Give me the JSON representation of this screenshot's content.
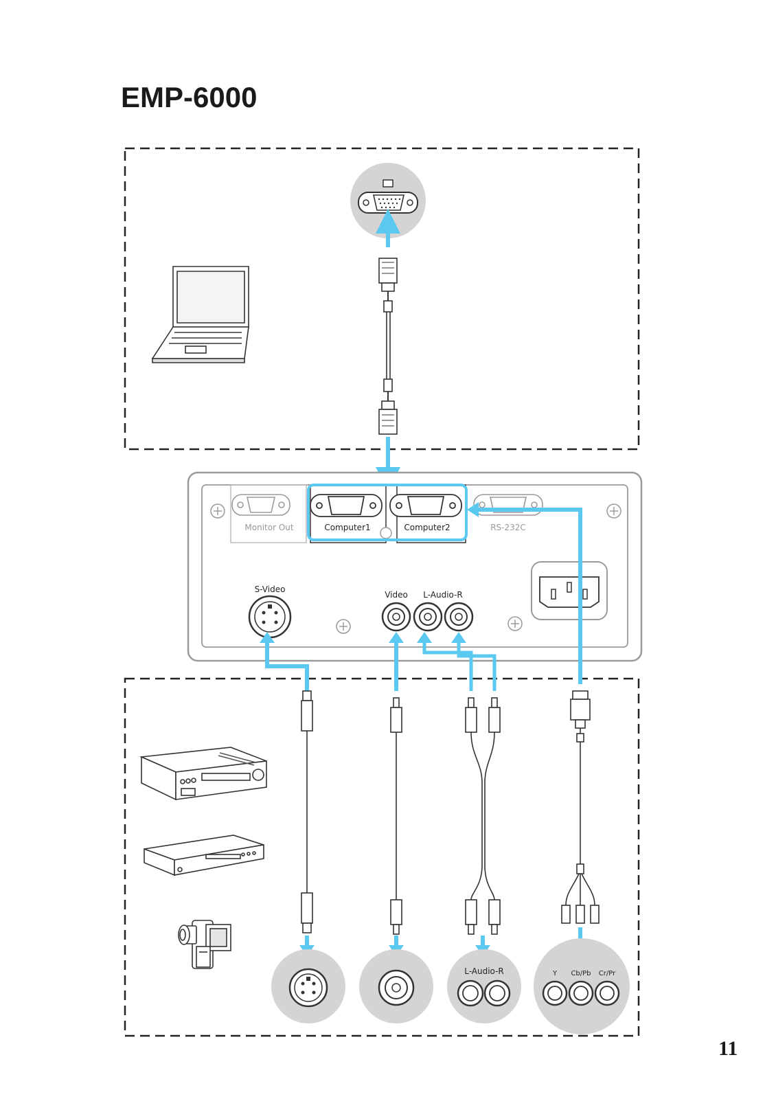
{
  "page": {
    "title": "EMP-6000",
    "page_number": "11"
  },
  "projector_panel": {
    "ports": {
      "monitor_out": "Monitor Out",
      "computer1": "Computer1",
      "computer2": "Computer2",
      "rs232c": "RS-232C",
      "s_video": "S-Video",
      "video": "Video",
      "audio": "L-Audio-R"
    }
  },
  "source_ports": {
    "audio": "L-Audio-R",
    "y": "Y",
    "cb_pb": "Cb/Pb",
    "cr_pr": "Cr/Pr"
  },
  "colors": {
    "cable_highlight": "#5bc8ef",
    "port_circle": "#d4d4d4",
    "outline": "#333333",
    "panel_border": "#9a9a9a"
  },
  "icons": [
    "laptop-icon",
    "vcr-icon",
    "dvd-player-icon",
    "camcorder-icon"
  ]
}
